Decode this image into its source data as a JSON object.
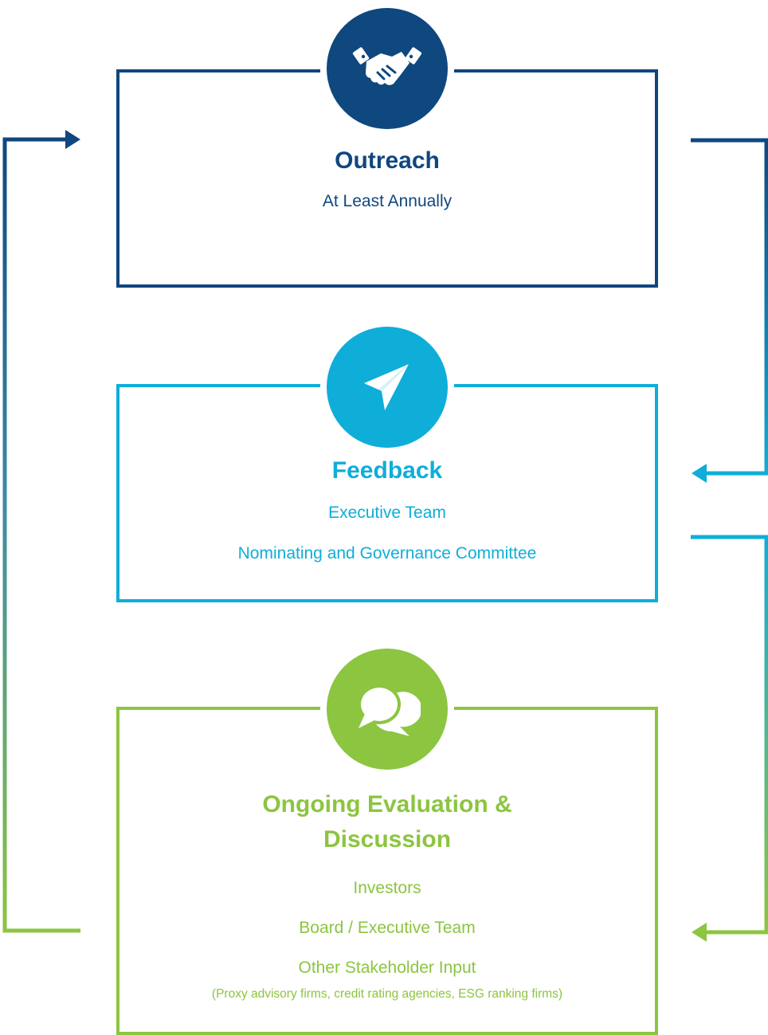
{
  "colors": {
    "outreach": "#0f477f",
    "feedback": "#0eaed9",
    "ongoing": "#8cc540"
  },
  "outreach": {
    "icon": "handshake-icon",
    "title": "Outreach",
    "lines": [
      "At Least Annually"
    ]
  },
  "feedback": {
    "icon": "paper-plane-icon",
    "title": "Feedback",
    "lines": [
      "Executive Team",
      "Nominating and Governance Committee"
    ]
  },
  "ongoing": {
    "icon": "chat-bubbles-icon",
    "title_line1": "Ongoing Evaluation &",
    "title_line2": "Discussion",
    "lines": [
      "Investors",
      "Board / Executive Team",
      "Other Stakeholder Input"
    ],
    "note": "(Proxy advisory firms, credit rating agencies, ESG ranking firms)"
  }
}
